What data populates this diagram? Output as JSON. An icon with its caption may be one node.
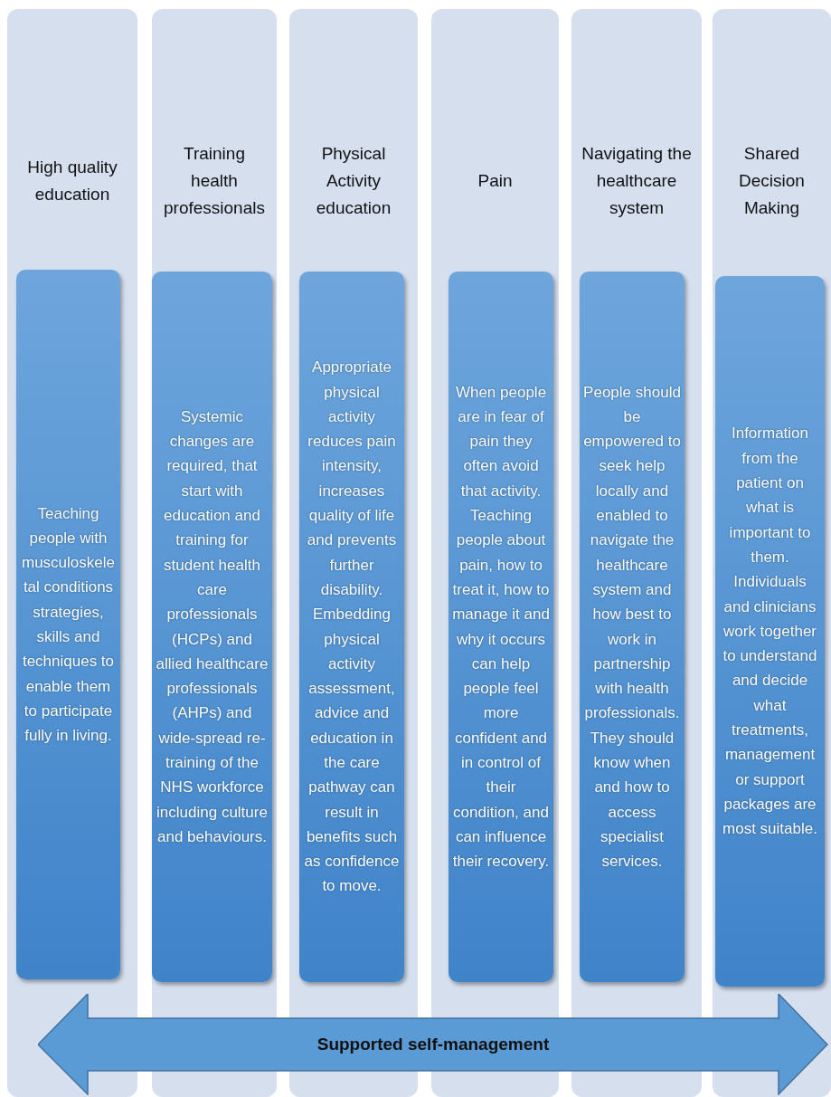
{
  "diagram": {
    "nodes": [
      {
        "text": [
          "High quality education"
        ]
      },
      {
        "text": [
          "Teaching people with musculoskeletal conditions strategies, skills and techniques to enable them to participate fully in living."
        ],
        "in": 0
      },
      {
        "text": [
          "Training health professionals"
        ]
      },
      {
        "text": [
          "Systemic changes are required, that start with education and training for student health care professionals (HCPs) and allied healthcare professionals (AHPs) and wide-spread re-training of the NHS workforce including culture and behaviours."
        ],
        "in": 2
      },
      {
        "text": [
          "Physical Activity education"
        ]
      },
      {
        "text": [
          "Appropriate physical activity reduces pain intensity, increases quality of life and prevents further disability. Embedding physical activity assessment, advice and education in the care pathway can result in benefits such as confidence to move."
        ],
        "in": 4
      },
      {
        "text": [
          "Pain"
        ]
      },
      {
        "text": [
          "When people are in fear of pain they often avoid that activity. Teaching people about pain, how to treat it, how to manage it and why it occurs can help people feel more confident and in control of their condition, and can influence their recovery."
        ],
        "in": 6
      },
      {
        "text": [
          "Navigating the healthcare system"
        ]
      },
      {
        "text": [
          "People should be empowered to seek help locally and enabled to navigate the healthcare system and how best to work in partnership with health professionals. They should know when and how to access specialist services."
        ],
        "in": 8
      },
      {
        "text": [
          "Shared Decision Making"
        ]
      },
      {
        "text": [
          "Information from the patient on what is important to them. Individuals and clinicians work together to understand and decide what treatments, management or support packages are most suitable."
        ],
        "in": 10
      },
      {
        "text": [
          "Supported self-management"
        ]
      }
    ]
  }
}
